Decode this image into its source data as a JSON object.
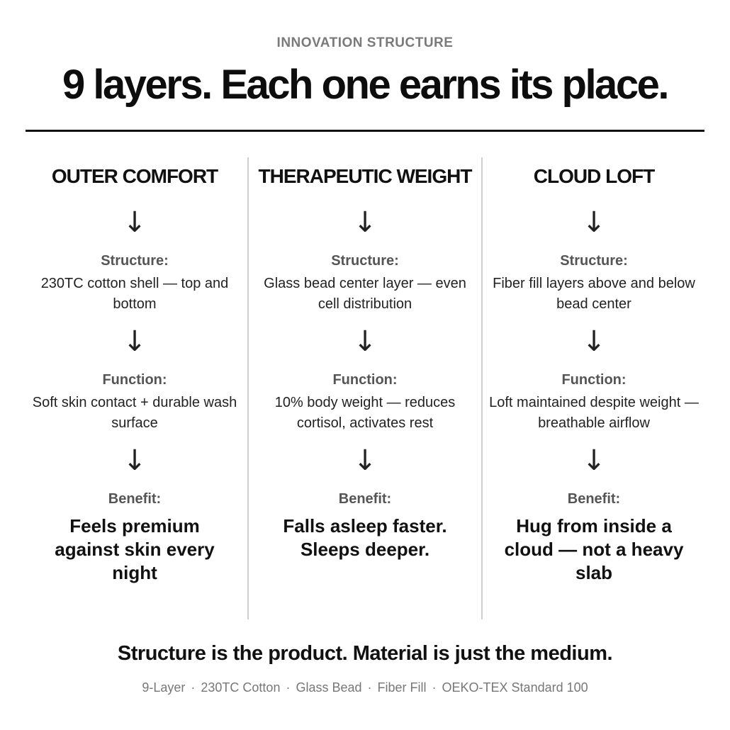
{
  "header": {
    "eyebrow": "INNOVATION STRUCTURE",
    "headline": "9 layers. Each one earns its place."
  },
  "columns": [
    {
      "title": "OUTER COMFORT",
      "structure_label": "Structure:",
      "structure_text": "230TC cotton shell — top and bottom",
      "function_label": "Function:",
      "function_text": "Soft skin contact + durable wash surface",
      "benefit_label": "Benefit:",
      "benefit_text": "Feels premium against skin every night"
    },
    {
      "title": "THERAPEUTIC WEIGHT",
      "structure_label": "Structure:",
      "structure_text": "Glass bead center layer — even cell distribution",
      "function_label": "Function:",
      "function_text": "10% body weight — reduces cortisol, activates rest",
      "benefit_label": "Benefit:",
      "benefit_text": "Falls asleep faster. Sleeps deeper."
    },
    {
      "title": "CLOUD LOFT",
      "structure_label": "Structure:",
      "structure_text": "Fiber fill layers above and below bead center",
      "function_label": "Function:",
      "function_text": "Loft maintained despite weight — breathable airflow",
      "benefit_label": "Benefit:",
      "benefit_text": "Hug from inside a cloud — not a heavy slab"
    }
  ],
  "arrow_glyph": "↓",
  "footer": {
    "tagline": "Structure is the product. Material is just the medium.",
    "specs": [
      "9-Layer",
      "230TC Cotton",
      "Glass Bead",
      "Fiber Fill",
      "OEKO-TEX Standard 100"
    ],
    "spec_separator": "·"
  }
}
